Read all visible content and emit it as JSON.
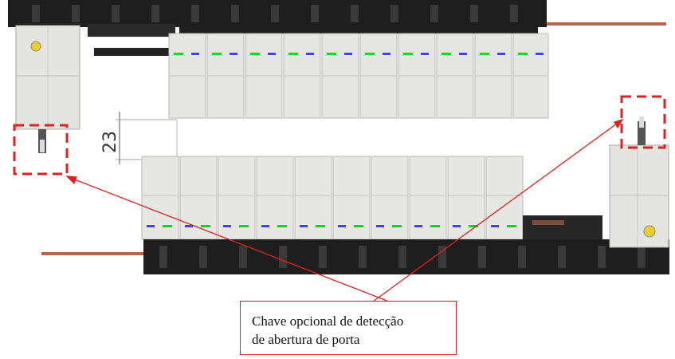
{
  "callout": {
    "line1": "Chave opcional de detecção",
    "line2": "de abertura de porta"
  },
  "dimension": {
    "label": "23"
  },
  "colors": {
    "frame_dark": "#1c1c1c",
    "module_light": "#e6e6e2",
    "wire": "#b8664a",
    "indicator_red": "#e02020",
    "led_green": "#22cc22",
    "led_blue": "#4444dd",
    "knob_yellow": "#e8cf2a"
  }
}
